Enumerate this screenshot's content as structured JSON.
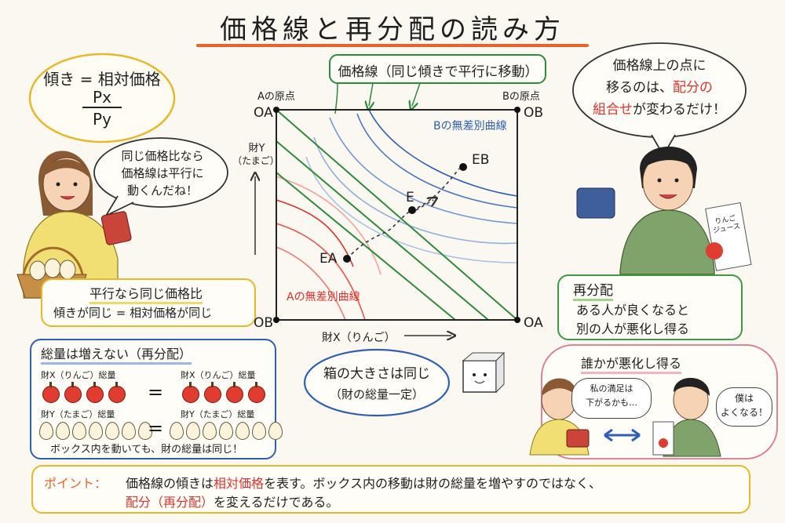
{
  "title": "価格線と再分配の読み方",
  "price_line_label": "価格線（同じ傾きで平行に移動）",
  "top_left_bubble": {
    "line1": "傾き = 相対価格",
    "num": "Px",
    "den": "Py"
  },
  "girl_bubble": [
    "同じ価格比なら",
    "価格線は平行に",
    "動くんだね！"
  ],
  "parallel_box": {
    "heading": "平行なら同じ価格比",
    "text": "傾きが同じ = 相対価格が同じ"
  },
  "boy_bubble": {
    "line1": "価格線上の点に",
    "line2_pre": "移るのは、",
    "line2_red": "配分の",
    "line3_red": "組合せ",
    "line3_post": "が変わるだけ！"
  },
  "redistribution_box": {
    "heading": "再分配",
    "line1": "ある人が良くなると",
    "line2": "別の人が悪化し得る"
  },
  "diagram": {
    "oa_top": "OA",
    "ob_top": "OB",
    "ob_bottom": "OB",
    "oa_bottom": "OA",
    "a_origin": "Aの原点",
    "b_origin": "Bの原点",
    "y_axis": "財Y",
    "y_axis_sub": "（たまご）",
    "x_axis": "財X（りんご）",
    "b_curve": "Bの無差別曲線",
    "a_curve": "Aの無差別曲線",
    "ea": "EA",
    "e": "E",
    "eb": "EB"
  },
  "total_box": {
    "heading": "総量は増えない（再分配）",
    "x_label_left": "財X（りんご）総量",
    "x_label_right": "財X（りんご）総量",
    "y_label_left": "財Y（たまご）総量",
    "y_label_right": "財Y（たまご）総量",
    "eq": "=",
    "footer": "ボックス内を動いても、財の総量は同じ！",
    "apples_per_side": 4,
    "eggs_per_side": 7
  },
  "box_size_cloud": {
    "line1": "箱の大きさは同じ",
    "line2": "（財の総量一定）"
  },
  "someone_worse": "誰かが悪化し得る",
  "woman_bubble": [
    "私の満足は",
    "下がるかも…"
  ],
  "man_bubble": [
    "僕は",
    "よくなる！"
  ],
  "juice_label": "りんごジュース",
  "point_box": {
    "label": "ポイント：",
    "t1": "価格線の傾きは",
    "t2_red": "相対価格",
    "t3": "を表す。ボックス内の移動は財の総量を増やすのではなく、",
    "t4_red": "配分（再分配）",
    "t5": "を変えるだけである。"
  },
  "colors": {
    "green": "#2e8b3a",
    "blue": "#2f5fb3",
    "red": "#e0322c",
    "orange": "#e7652c"
  }
}
